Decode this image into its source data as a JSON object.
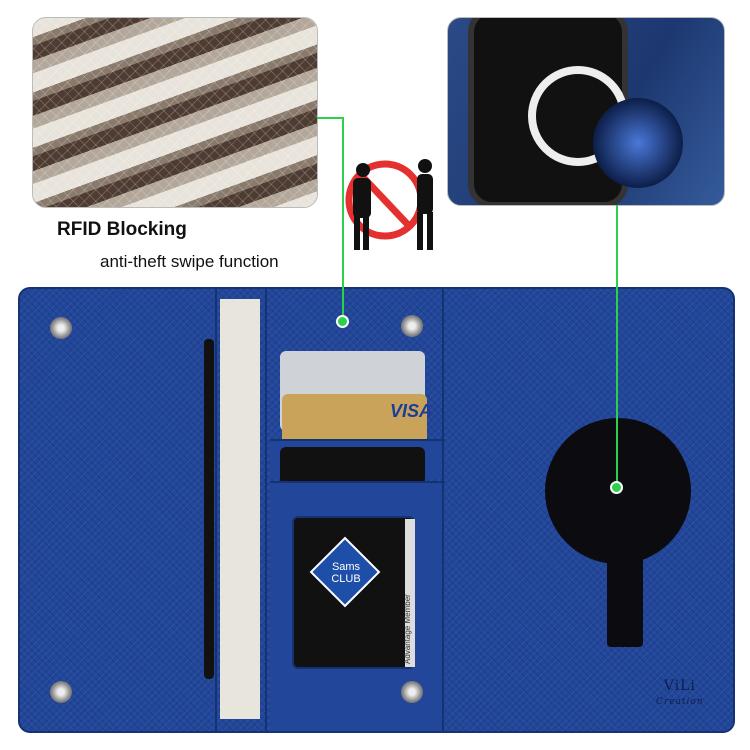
{
  "callouts": {
    "rfid_title": "RFID Blocking",
    "rfid_subtitle": "anti-theft swipe function"
  },
  "wallet": {
    "brand_logo": "ViLi Creation",
    "color": "#21469a",
    "card_text": {
      "sams": "Sams CLUB",
      "member": "Advantage Member",
      "visa": "VISA"
    }
  },
  "icons": [
    "no-theft-icon",
    "magnetic-ring-icon"
  ],
  "accent": "#2bd14a"
}
